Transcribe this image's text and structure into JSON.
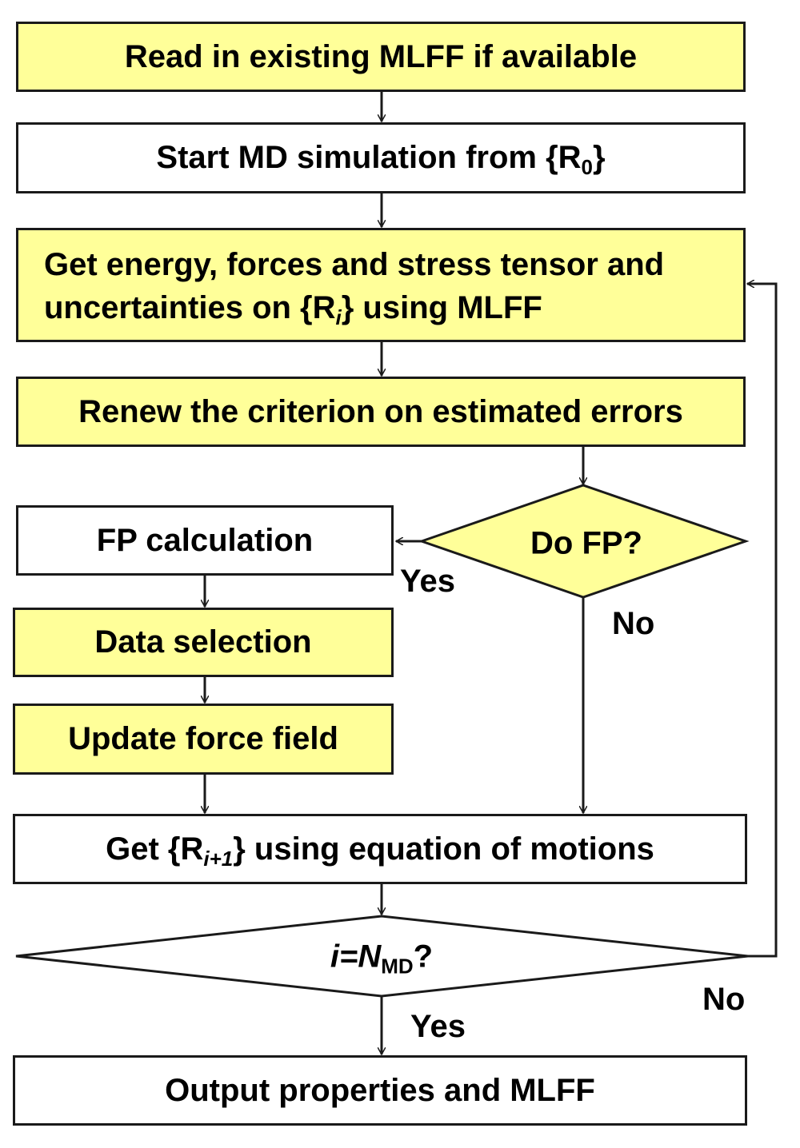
{
  "boxes": {
    "read_mlff": "Read in existing MLFF if available",
    "start_md": {
      "pre": "Start MD simulation from {R",
      "sub": "0",
      "post": "}"
    },
    "get_energy": {
      "line1": "Get energy, forces  and stress tensor and",
      "line2_pre": "uncertainties on {R",
      "line2_sub": "i",
      "line2_post": "} using MLFF"
    },
    "renew": "Renew the criterion on estimated errors",
    "fp_calc": "FP calculation",
    "data_selection": "Data selection",
    "update_ff": "Update force field",
    "get_r_next": {
      "pre": "Get {R",
      "sub": "i+1",
      "post": "} using equation of motions"
    },
    "output": "Output properties and MLFF"
  },
  "decisions": {
    "do_fp": "Do FP?",
    "loop_check": {
      "pre": "i=N",
      "sub": "MD",
      "post": "?"
    }
  },
  "edge_labels": {
    "do_fp_yes": "Yes",
    "do_fp_no": "No",
    "loop_yes": "Yes",
    "loop_no": "No"
  },
  "colors": {
    "highlight": "#ffff99",
    "plain": "#ffffff",
    "line": "#1a1a1a"
  }
}
